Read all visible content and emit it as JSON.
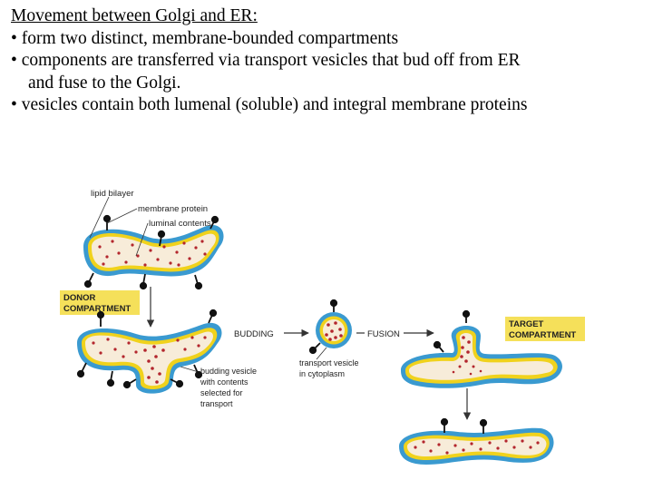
{
  "slide": {
    "title": "Movement between Golgi and ER:",
    "bullets": [
      "• form two distinct, membrane-bounded compartments",
      "• components are transferred via transport vesicles that bud off from ER",
      "and fuse to the Golgi.",
      "• vesicles contain both lumenal (soluble) and integral membrane proteins"
    ]
  },
  "diagram": {
    "labels": {
      "lipid_bilayer": "lipid bilayer",
      "membrane_protein": "membrane protein",
      "luminal_contents": "luminal contents",
      "donor_line1": "DONOR",
      "donor_line2": "COMPARTMENT",
      "budding": "BUDDING",
      "fusion": "FUSION",
      "target_line1": "TARGET",
      "target_line2": "COMPARTMENT",
      "budding_vesicle_1": "budding vesicle",
      "budding_vesicle_2": "with contents",
      "budding_vesicle_3": "selected for",
      "budding_vesicle_4": "transport",
      "transport_vesicle_1": "transport vesicle",
      "transport_vesicle_2": "in cytoplasm"
    },
    "colors": {
      "membrane_outer": "#3a9ad0",
      "membrane_inner": "#f0d21c",
      "lumen": "#f7ecd9",
      "cargo": "#b3262d",
      "protein": "#111111",
      "label_box": "#f5e05a"
    }
  }
}
